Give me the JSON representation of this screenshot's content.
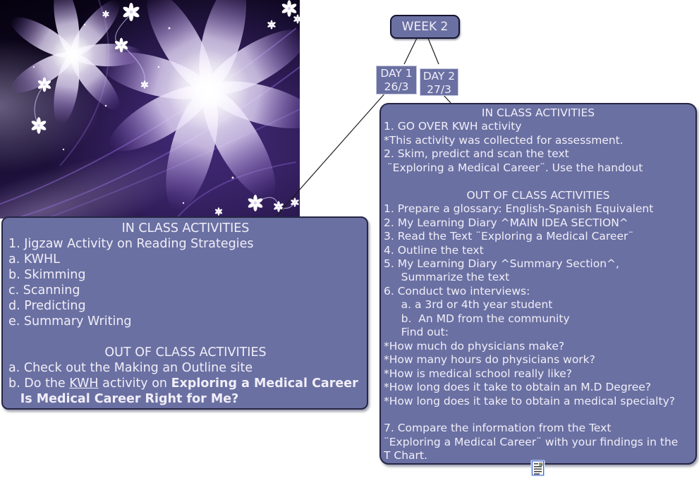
{
  "week": {
    "label": "WEEK 2"
  },
  "days": [
    {
      "label": "DAY 1",
      "date": "26/3"
    },
    {
      "label": "DAY 2",
      "date": "27/3"
    }
  ],
  "left_panel": {
    "lines": [
      {
        "align": "center",
        "text": "IN CLASS ACTIVITIES"
      },
      {
        "text": "1. Jigzaw Activity on Reading Strategies"
      },
      {
        "text": "a. KWHL"
      },
      {
        "text": "b. Skimming"
      },
      {
        "text": "c. Scanning"
      },
      {
        "text": "d. Predicting"
      },
      {
        "text": "e. Summary Writing"
      },
      {
        "text": ""
      },
      {
        "align": "center",
        "text": "OUT OF CLASS ACTIVITIES"
      },
      {
        "text": "a. Check out the Making an Outline site"
      },
      {
        "segments": [
          {
            "text": "b. Do the "
          },
          {
            "text": "KWH",
            "underline": true
          },
          {
            "text": " activity on "
          },
          {
            "text": "Exploring a Medical Career",
            "bold": true
          }
        ]
      },
      {
        "segments": [
          {
            "text": "   "
          },
          {
            "text": "Is Medical Career Right for Me?",
            "bold": true
          }
        ]
      }
    ]
  },
  "right_panel": {
    "lines": [
      {
        "align": "center",
        "text": "IN CLASS ACTIVITIES"
      },
      {
        "text": "1. GO OVER KWH activity"
      },
      {
        "text": "*This activity was collected for assessment."
      },
      {
        "text": "2. Skim, predict and scan the text"
      },
      {
        "text": " ¨Exploring a Medical Career¨. Use the handout"
      },
      {
        "text": ""
      },
      {
        "align": "center",
        "text": "OUT OF CLASS ACTIVITIES"
      },
      {
        "text": "1. Prepare a glossary: English-Spanish Equivalent"
      },
      {
        "text": "2. My Learning Diary ^MAIN IDEA SECTION^"
      },
      {
        "text": "3. Read the Text ¨Exploring a Medical Career¨"
      },
      {
        "text": "4. Outline the text"
      },
      {
        "text": "5. My Learning Diary ^Summary Section^,"
      },
      {
        "text": "     Summarize the text"
      },
      {
        "text": "6. Conduct two interviews:"
      },
      {
        "text": "     a. a 3rd or 4th year student"
      },
      {
        "text": "     b.  An MD from the community"
      },
      {
        "text": "     Find out:"
      },
      {
        "text": "*How much do physicians make?"
      },
      {
        "text": "*How many hours do physicians work?"
      },
      {
        "text": "*How is medical school really like?"
      },
      {
        "text": "*How long does it take to obtain an M.D Degree?"
      },
      {
        "text": "*How long does it take to obtain a medical specialty?"
      },
      {
        "text": ""
      },
      {
        "text": "7. Compare the information from the Text"
      },
      {
        "text": "¨Exploring a Medical Career¨ with your findings in the"
      },
      {
        "text": "T Chart."
      }
    ]
  },
  "image": {
    "description": "Purple fractal artwork with large glowing lavender flowers, small white daisies and swirling tendrils on a dark violet background"
  },
  "icons": {
    "embedded_object": "embedded-document-icon"
  },
  "colors": {
    "panel_fill": "#6a70a2",
    "panel_border": "#262645",
    "week_border": "#14142e",
    "day_border": "#c6c8de",
    "text": "#f1eef8",
    "connector": "#1c1c1c"
  }
}
